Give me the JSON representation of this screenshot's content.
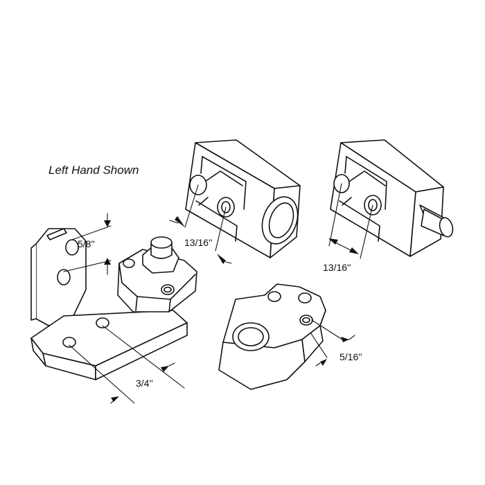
{
  "caption": "Left Hand Shown",
  "dimensions": {
    "top_block_hole_spacing": "13/16''",
    "pin_block_hole_spacing": "13/16''",
    "hinge_leaf_hole_spacing": "5/8''",
    "hinge_plate_hole_spacing": "3/4''",
    "bushing_block_hole_spacing": "5/16''"
  }
}
